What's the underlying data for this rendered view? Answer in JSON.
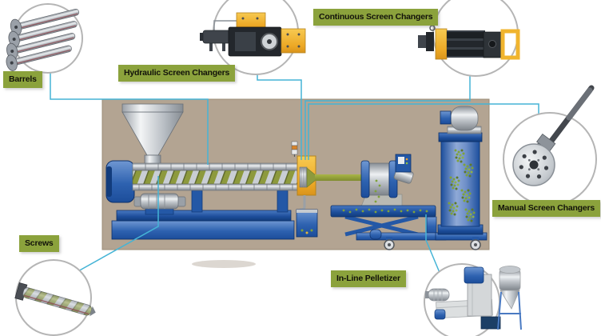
{
  "callouts": {
    "barrels": {
      "label": "Barrels"
    },
    "hydraulic": {
      "label": "Hydraulic Screen Changers"
    },
    "continuous": {
      "label": "Continuous Screen Changers"
    },
    "manual": {
      "label": "Manual Screen Changers"
    },
    "screws": {
      "label": "Screws"
    },
    "pelletizer": {
      "label": "In-Line Pelletizer"
    }
  },
  "colors": {
    "label_bg": "#8ba23c",
    "label_text": "#12120a",
    "connector": "#45b4d6",
    "panel": "#b3a492",
    "circle_ring": "#b5b5b5"
  }
}
